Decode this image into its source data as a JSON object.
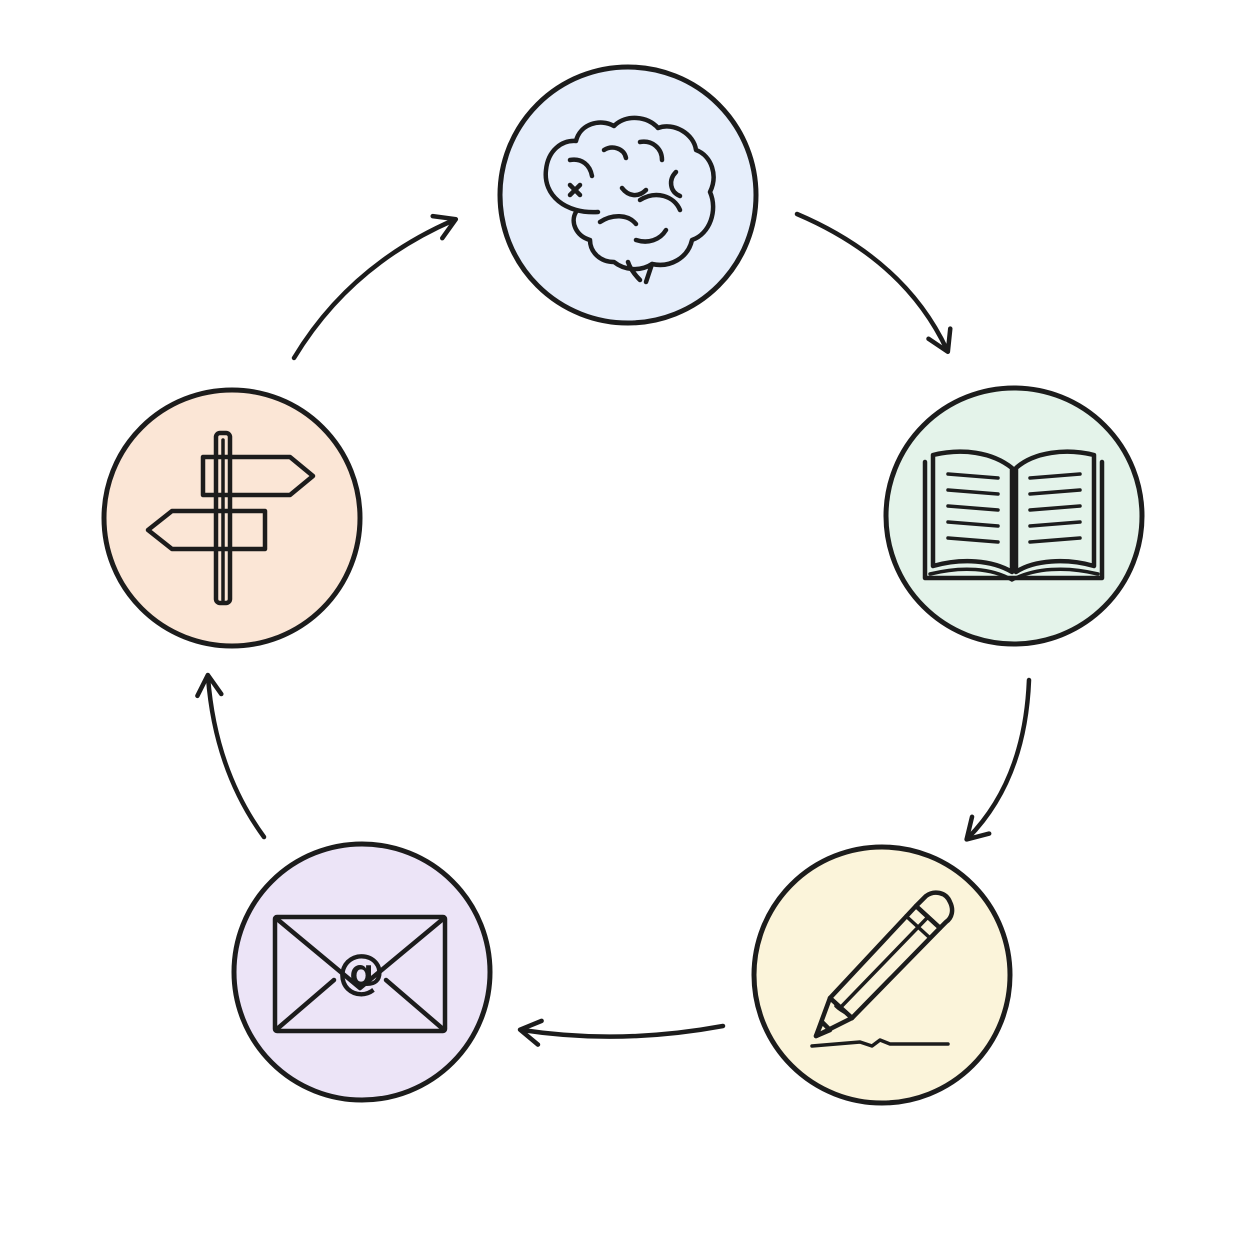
{
  "diagram": {
    "type": "cycle",
    "nodes": [
      {
        "id": "think",
        "icon": "brain-icon",
        "color": "#e6eefb"
      },
      {
        "id": "read",
        "icon": "open-book-icon",
        "color": "#e4f3ea"
      },
      {
        "id": "write",
        "icon": "pencil-icon",
        "color": "#fbf4da"
      },
      {
        "id": "send",
        "icon": "email-envelope-icon",
        "color": "#ece4f7"
      },
      {
        "id": "decide",
        "icon": "signpost-icon",
        "color": "#fbe6d6"
      }
    ],
    "edges": [
      {
        "from": "think",
        "to": "read"
      },
      {
        "from": "read",
        "to": "write"
      },
      {
        "from": "write",
        "to": "send"
      },
      {
        "from": "send",
        "to": "decide"
      },
      {
        "from": "decide",
        "to": "think"
      }
    ],
    "envelope_symbol": "@",
    "ring_color": "#1c1c1c"
  }
}
